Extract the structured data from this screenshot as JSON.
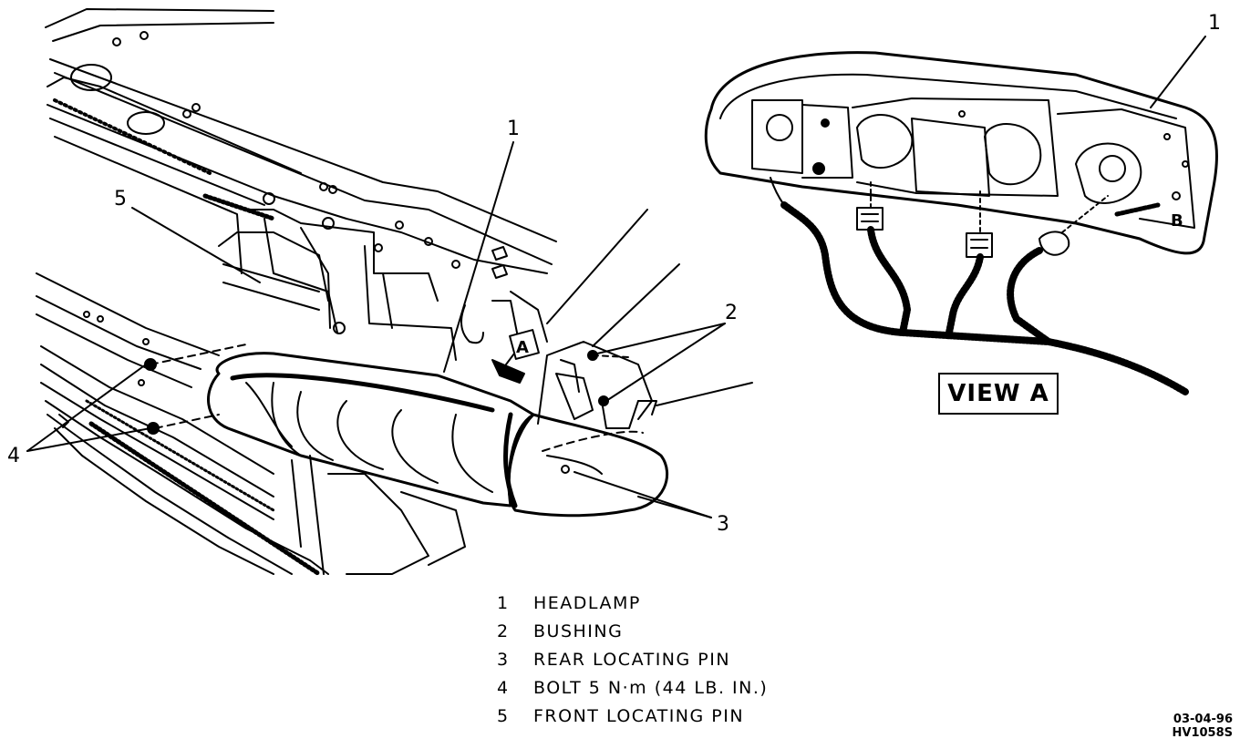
{
  "callouts": {
    "c1_main": "1",
    "c1_view": "1",
    "c2": "2",
    "c3": "3",
    "c4": "4",
    "c5": "5",
    "view_arrow_letter": "A",
    "view_b_letter": "B"
  },
  "legend": [
    {
      "num": "1",
      "label": "HEADLAMP"
    },
    {
      "num": "2",
      "label": "BUSHING"
    },
    {
      "num": "3",
      "label": "REAR LOCATING PIN"
    },
    {
      "num": "4",
      "label": "BOLT 5 N·m (44 LB. IN.)"
    },
    {
      "num": "5",
      "label": "FRONT LOCATING PIN"
    }
  ],
  "view_label": "VIEW A",
  "figure_code": [
    "03-04-96",
    "HV1058S"
  ]
}
